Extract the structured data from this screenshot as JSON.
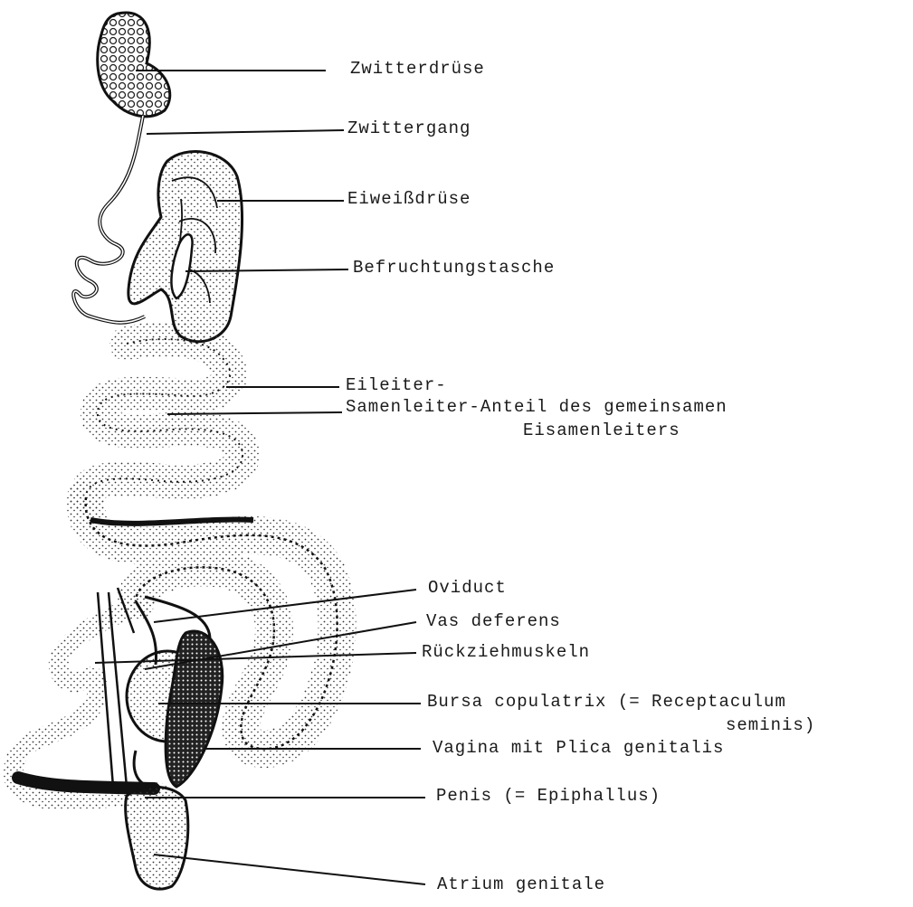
{
  "labels": {
    "zwitterdruese": "Zwitterdrüse",
    "zwittergang": "Zwittergang",
    "eiweissdruese": "Eiweißdrüse",
    "befruchtungstasche": "Befruchtungstasche",
    "eileiter": "Eileiter-",
    "samenleiter": "Samenleiter-Anteil des gemeinsamen",
    "eisamenleiters": "Eisamenleiters",
    "oviduct": "Oviduct",
    "vas_deferens": "Vas deferens",
    "rueckziehmuskeln": "Rückziehmuskeln",
    "bursa_1": "Bursa copulatrix (= Receptaculum",
    "bursa_2": "seminis)",
    "vagina": "Vagina mit Plica genitalis",
    "penis": "Penis (= Epiphallus)",
    "atrium": "Atrium genitale"
  },
  "colors": {
    "ink": "#1a1a1a",
    "paper": "#ffffff"
  }
}
